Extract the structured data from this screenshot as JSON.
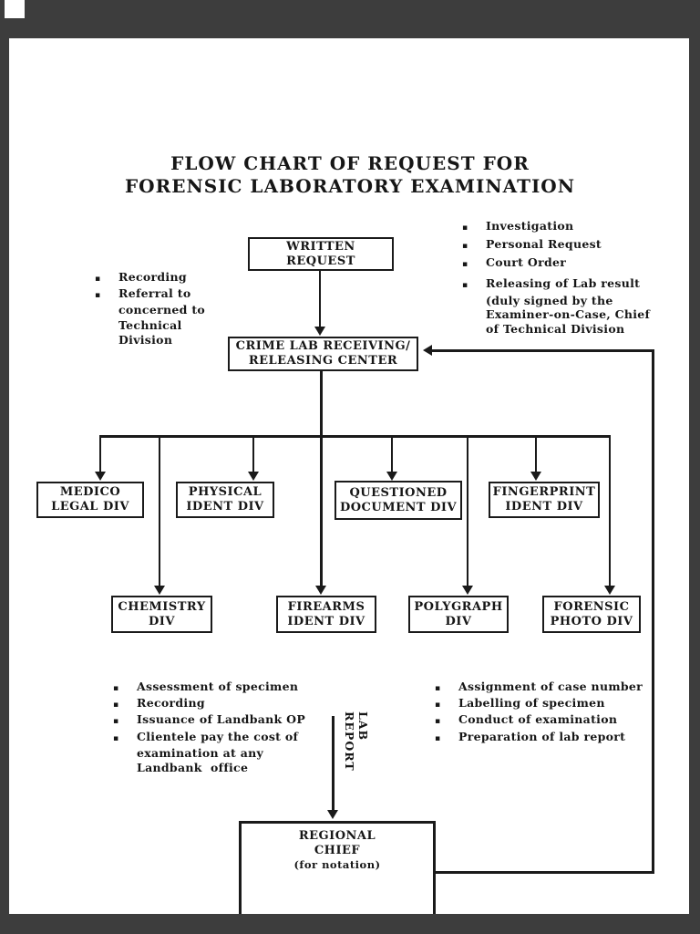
{
  "title": {
    "line1": "FLOW CHART OF REQUEST FOR",
    "line2": "FORENSIC LABORATORY EXAMINATION"
  },
  "boxes": {
    "written_request": {
      "l1": "WRITTEN",
      "l2": "REQUEST"
    },
    "crime_lab": {
      "l1": "CRIME LAB RECEIVING/",
      "l2": "RELEASING CENTER"
    },
    "medico": {
      "l1": "MEDICO",
      "l2": "LEGAL DIV"
    },
    "physical": {
      "l1": "PHYSICAL",
      "l2": "IDENT DIV"
    },
    "questioned": {
      "l1": "QUESTIONED",
      "l2": "DOCUMENT DIV"
    },
    "fingerprint": {
      "l1": "FINGERPRINT",
      "l2": "IDENT DIV"
    },
    "chemistry": {
      "l1": "CHEMISTRY",
      "l2": "DIV"
    },
    "firearms": {
      "l1": "FIREARMS",
      "l2": "IDENT DIV"
    },
    "polygraph": {
      "l1": "POLYGRAPH",
      "l2": "DIV"
    },
    "forensic_photo": {
      "l1": "FORENSIC",
      "l2": "PHOTO DIV"
    },
    "regional_chief": {
      "l1": "REGIONAL",
      "l2": "CHIEF",
      "l3": "(for notation)"
    }
  },
  "labels": {
    "lab_report": "LAB REPORT"
  },
  "bullet_char": "▪",
  "lists": {
    "top_left": [
      {
        "b": 1,
        "t": "Recording"
      },
      {
        "b": 1,
        "t": "Referral to"
      },
      {
        "b": 0,
        "t": "concerned to"
      },
      {
        "b": 0,
        "t": "Technical"
      },
      {
        "b": 0,
        "t": "Division"
      }
    ],
    "top_right_a": [
      {
        "b": 1,
        "t": "Investigation"
      },
      {
        "b": 1,
        "t": "Personal Request"
      },
      {
        "b": 1,
        "t": "Court Order"
      }
    ],
    "top_right_b": [
      {
        "b": 1,
        "t": "Releasing of Lab result"
      },
      {
        "b": 0,
        "t": "(duly signed by the"
      },
      {
        "b": 0,
        "t": "Examiner-on-Case, Chief"
      },
      {
        "b": 0,
        "t": "of Technical Division"
      }
    ],
    "bottom_left": [
      {
        "b": 1,
        "t": "Assessment of specimen"
      },
      {
        "b": 1,
        "t": "Recording"
      },
      {
        "b": 1,
        "t": "Issuance of Landbank OP"
      },
      {
        "b": 1,
        "t": "Clientele pay the cost of"
      },
      {
        "b": 0,
        "t": "examination at any"
      },
      {
        "b": 0,
        "t": "Landbank  office"
      }
    ],
    "bottom_right": [
      {
        "b": 1,
        "t": "Assignment of case number"
      },
      {
        "b": 1,
        "t": "Labelling of specimen"
      },
      {
        "b": 1,
        "t": "Conduct of examination"
      },
      {
        "b": 1,
        "t": "Preparation of lab report"
      }
    ]
  },
  "colors": {
    "page_bg": "#ffffff",
    "viewer_frame": "#3d3d3d",
    "ink": "#1a1a1a"
  }
}
